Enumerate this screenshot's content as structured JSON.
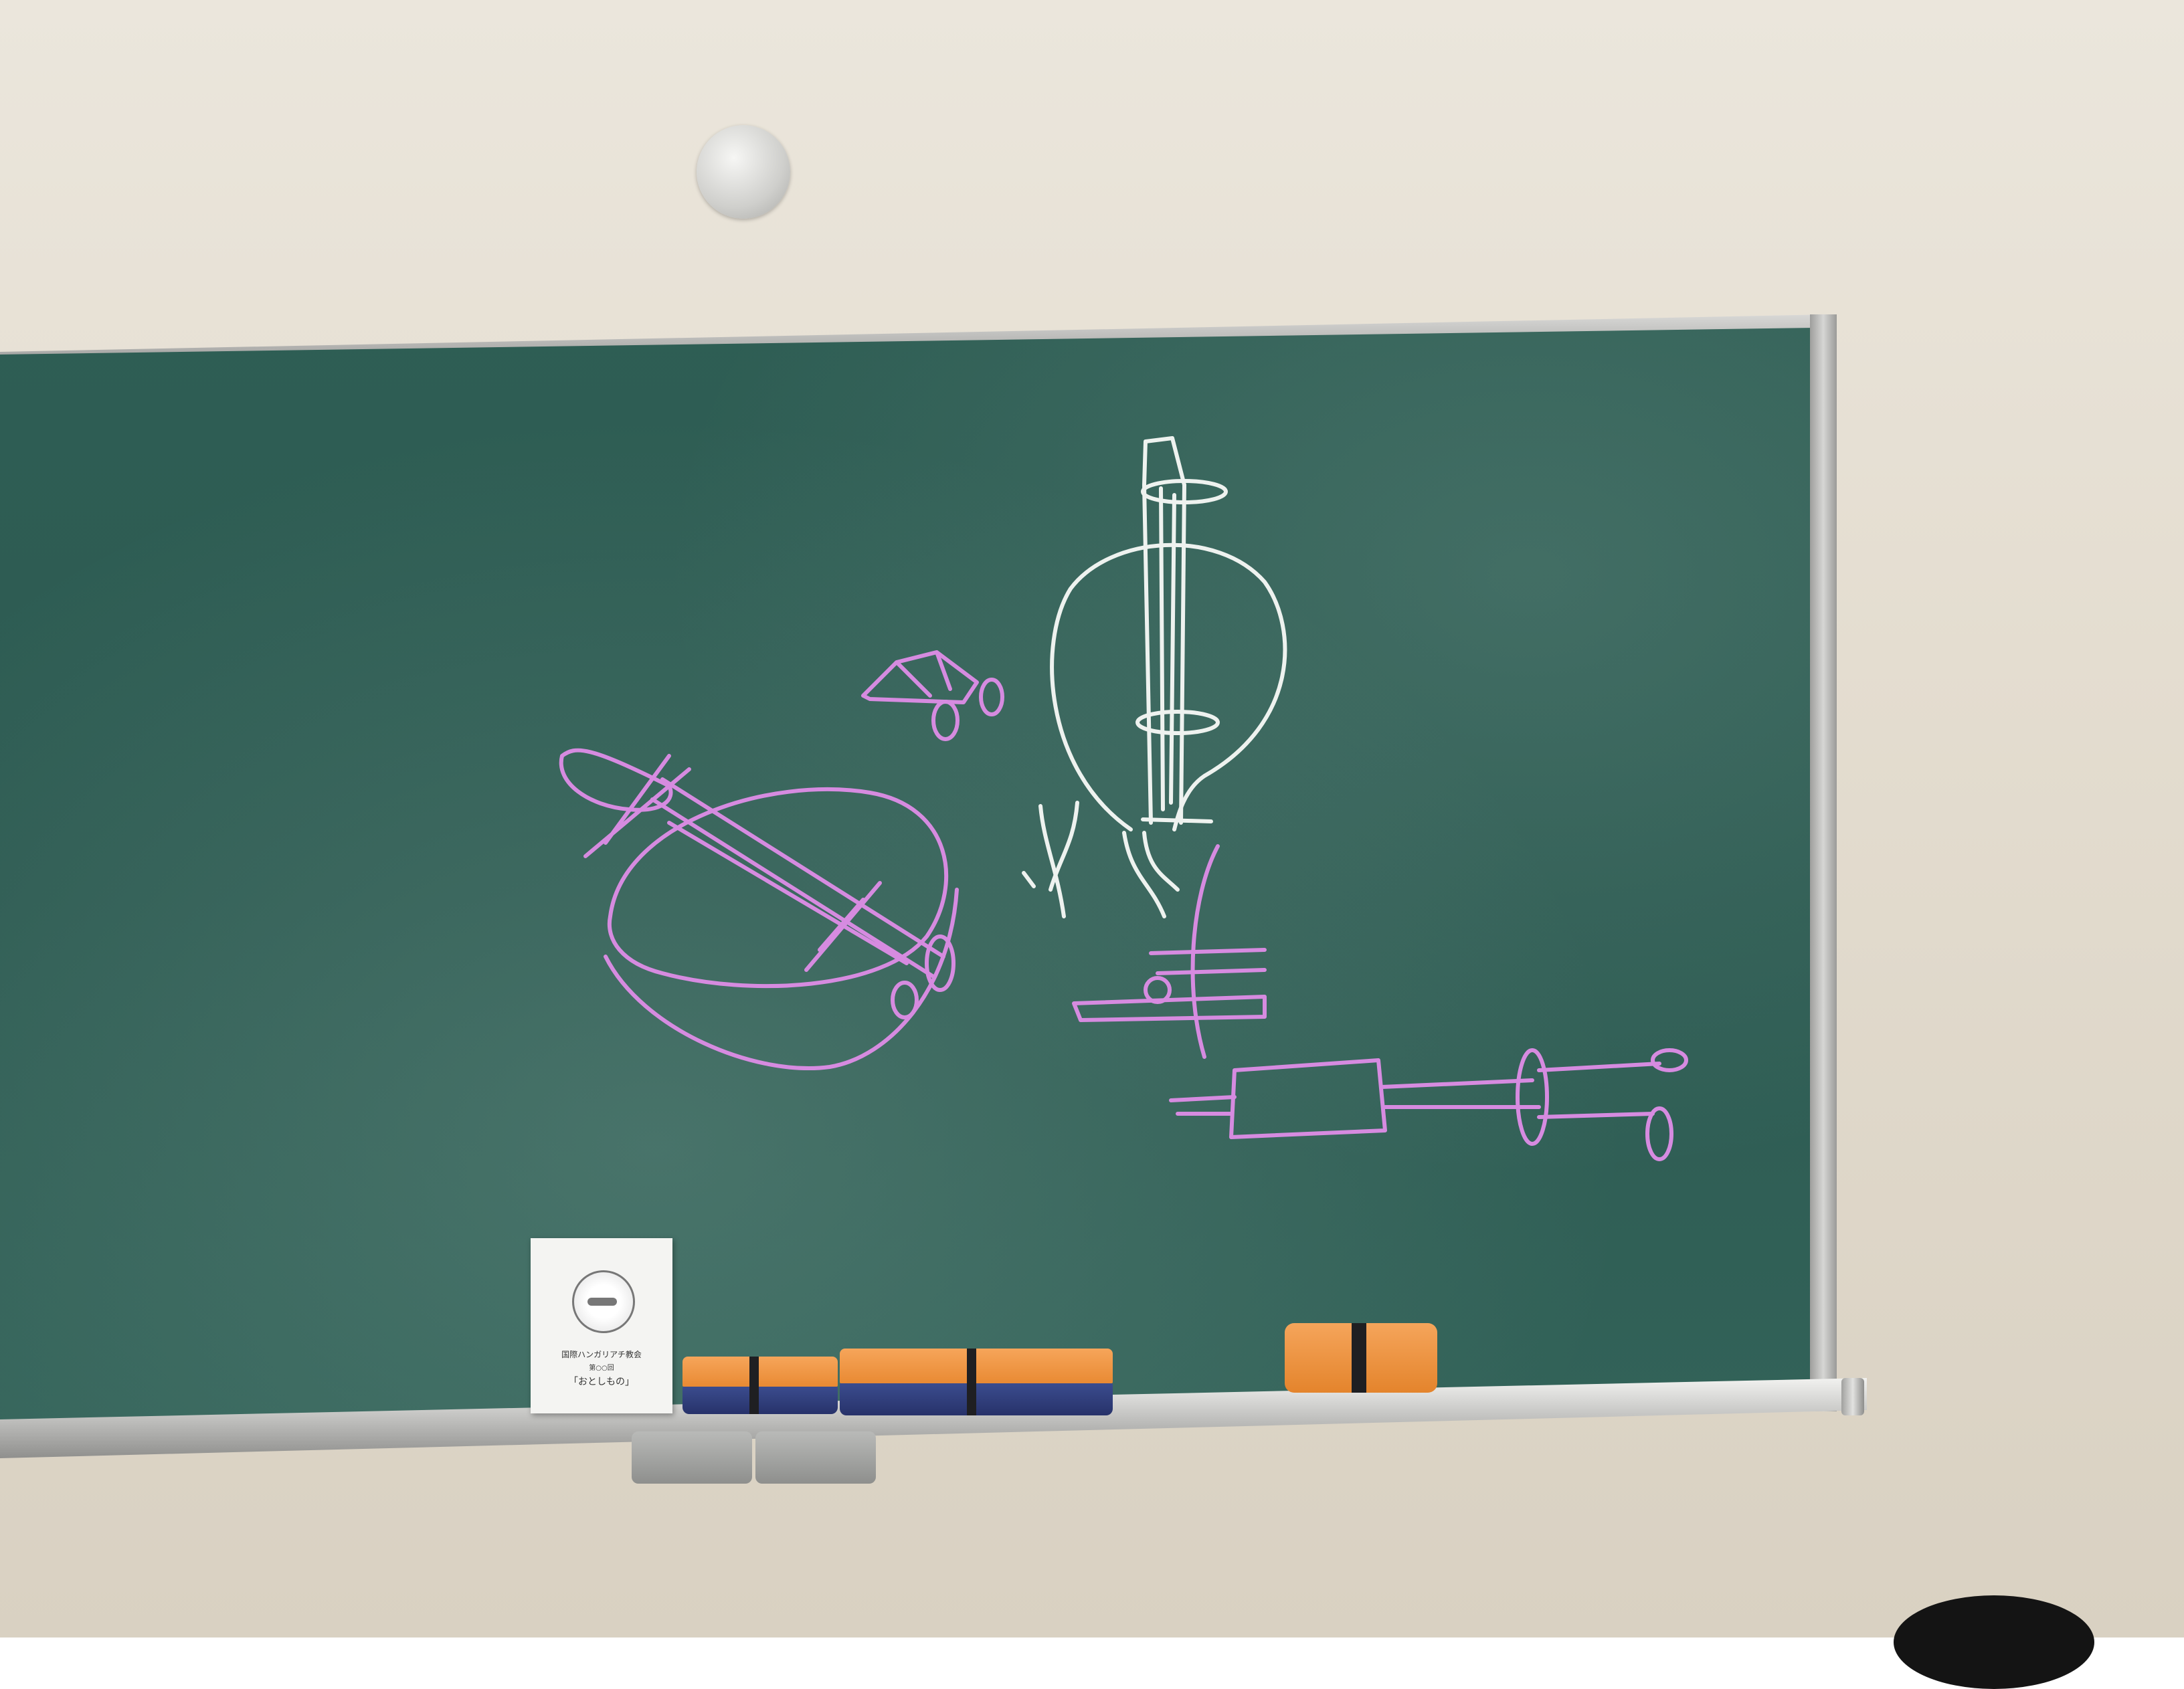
{
  "scene": {
    "subject": "classroom-chalkboard",
    "colors": {
      "wall": "#e6e0d5",
      "board": "#2f5e55",
      "chalk_pink": "#d68be0",
      "chalk_white": "#eef2ef",
      "eraser_orange": "#f09a48",
      "eraser_felt": "#2e3a78"
    }
  },
  "notice": {
    "line1": "国際ハンガリアチ教会",
    "line2": "第○○回",
    "line3": "「おとしもの」"
  }
}
